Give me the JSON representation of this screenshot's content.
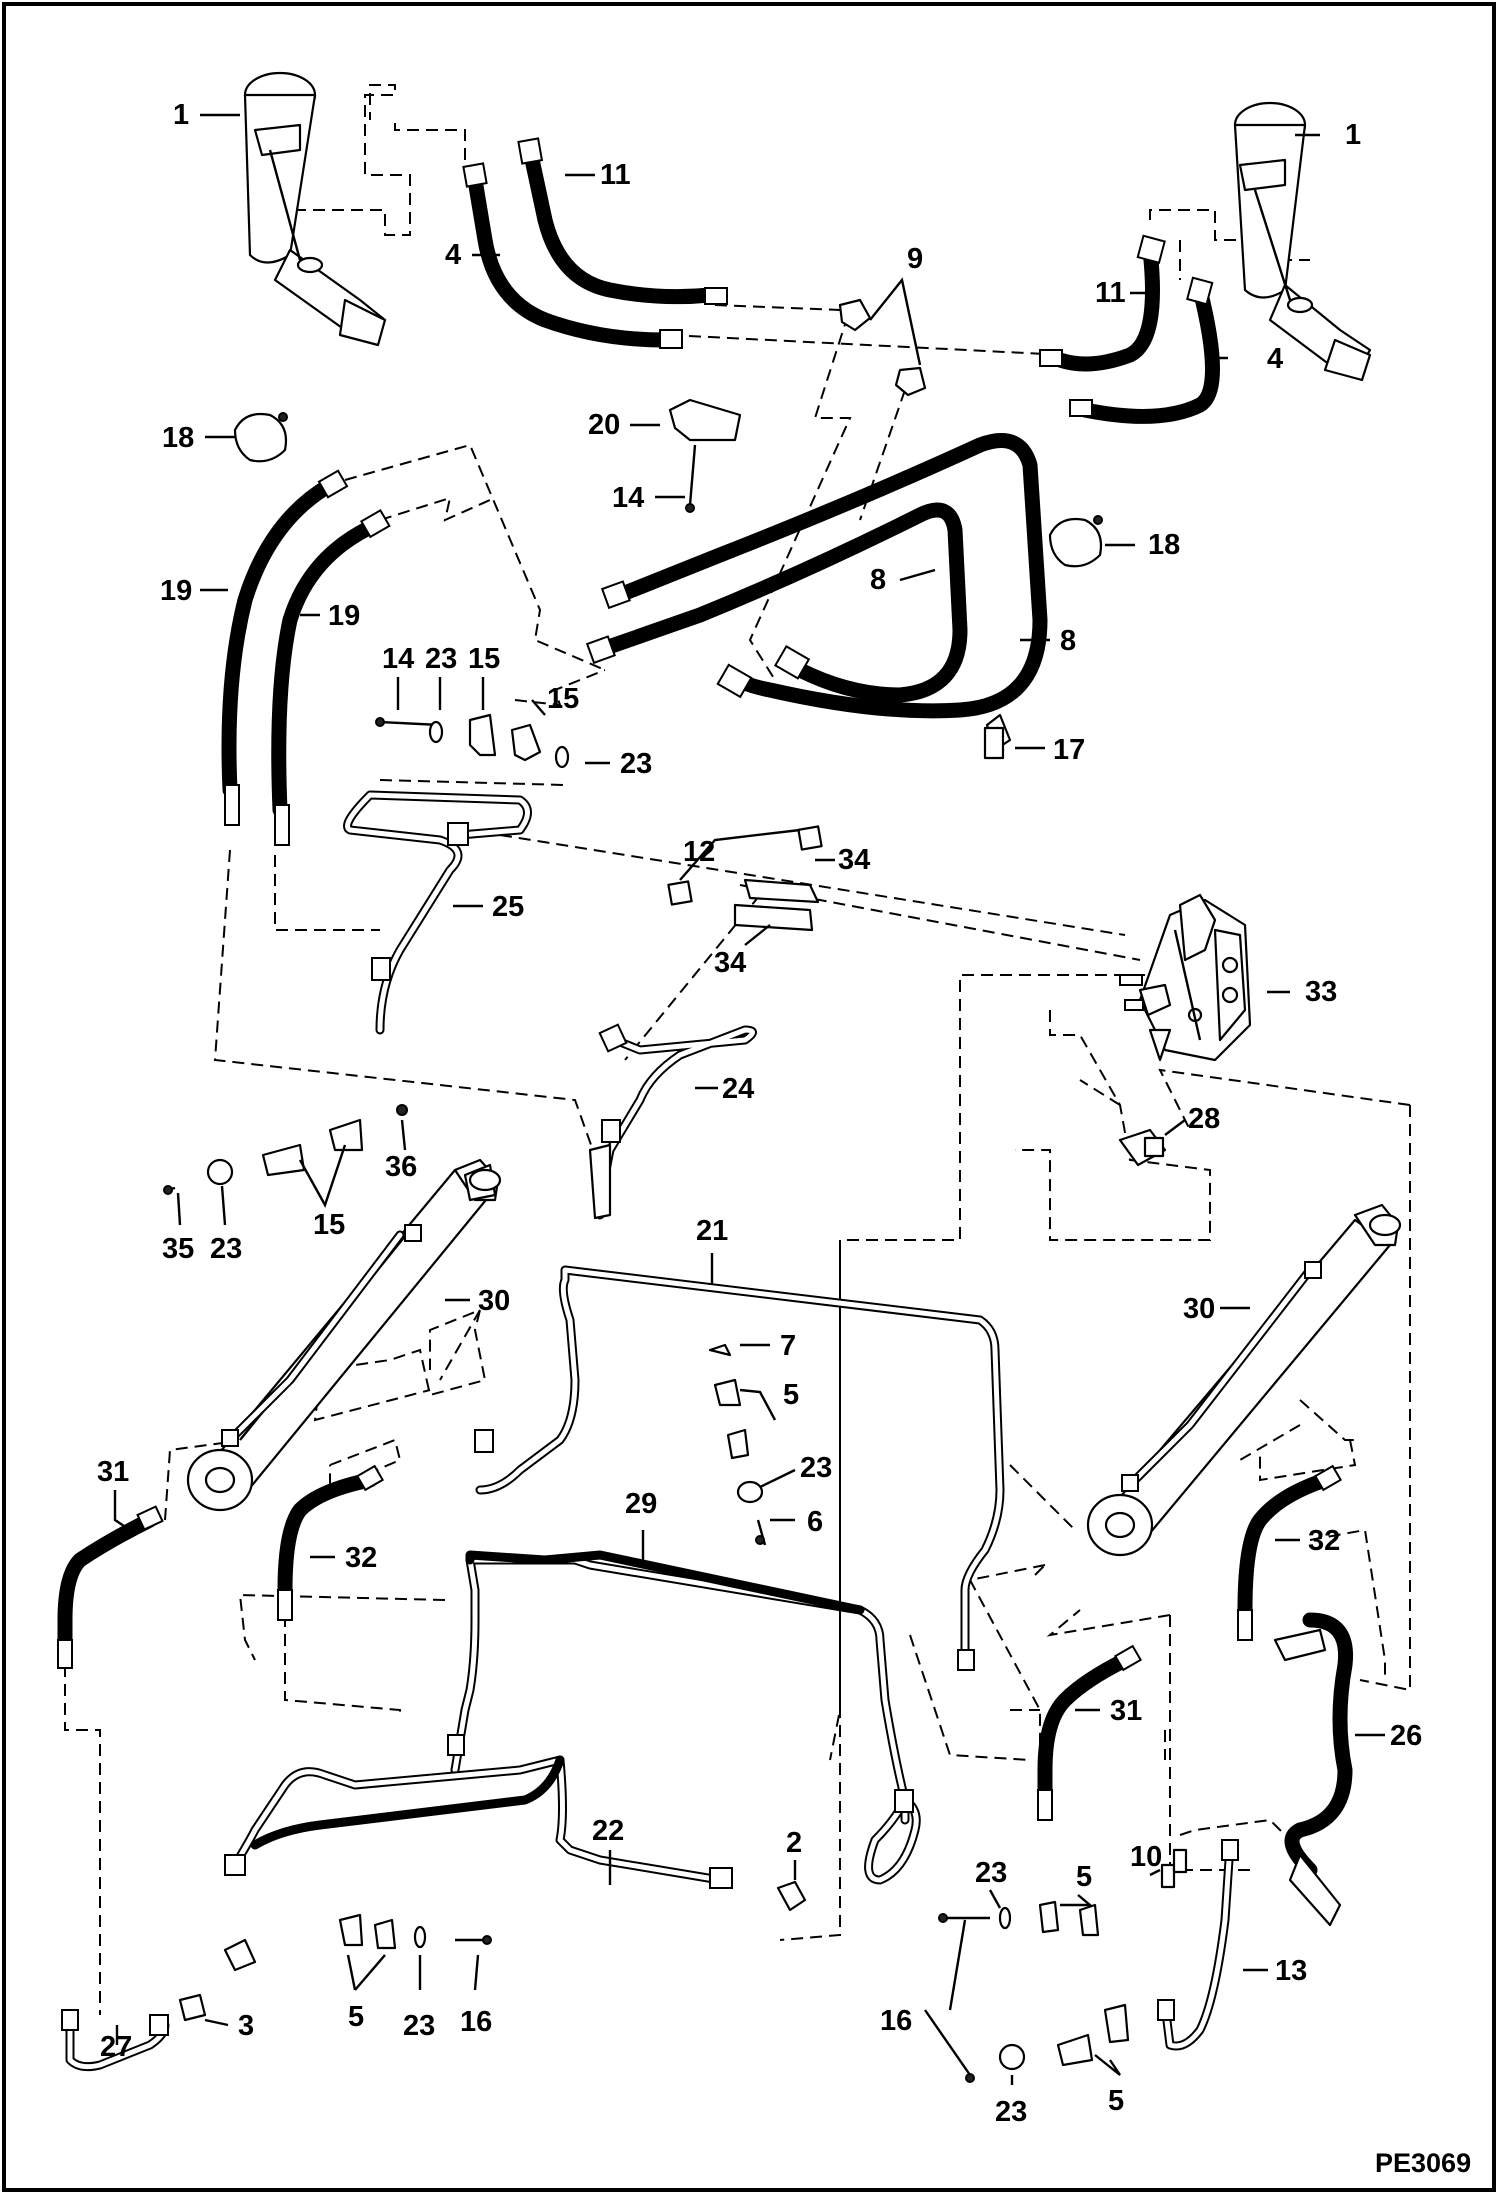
{
  "figure": {
    "ref": "PE3069"
  },
  "callouts": [
    {
      "id": "c1a",
      "label": "1"
    },
    {
      "id": "c1b",
      "label": "1"
    },
    {
      "id": "c11a",
      "label": "11"
    },
    {
      "id": "c4a",
      "label": "4"
    },
    {
      "id": "c9",
      "label": "9"
    },
    {
      "id": "c11b",
      "label": "11"
    },
    {
      "id": "c4b",
      "label": "4"
    },
    {
      "id": "c18a",
      "label": "18"
    },
    {
      "id": "c20",
      "label": "20"
    },
    {
      "id": "c14a",
      "label": "14"
    },
    {
      "id": "c18b",
      "label": "18"
    },
    {
      "id": "c19a",
      "label": "19"
    },
    {
      "id": "c19b",
      "label": "19"
    },
    {
      "id": "c8a",
      "label": "8"
    },
    {
      "id": "c8b",
      "label": "8"
    },
    {
      "id": "c14b",
      "label": "14"
    },
    {
      "id": "c23a",
      "label": "23"
    },
    {
      "id": "c15a",
      "label": "15"
    },
    {
      "id": "c15b",
      "label": "15"
    },
    {
      "id": "c23b",
      "label": "23"
    },
    {
      "id": "c17",
      "label": "17"
    },
    {
      "id": "c12",
      "label": "12"
    },
    {
      "id": "c34a",
      "label": "34"
    },
    {
      "id": "c25",
      "label": "25"
    },
    {
      "id": "c34b",
      "label": "34"
    },
    {
      "id": "c33",
      "label": "33"
    },
    {
      "id": "c24",
      "label": "24"
    },
    {
      "id": "c28",
      "label": "28"
    },
    {
      "id": "c36",
      "label": "36"
    },
    {
      "id": "c35",
      "label": "35"
    },
    {
      "id": "c23c",
      "label": "23"
    },
    {
      "id": "c15c",
      "label": "15"
    },
    {
      "id": "c21",
      "label": "21"
    },
    {
      "id": "c30a",
      "label": "30"
    },
    {
      "id": "c30b",
      "label": "30"
    },
    {
      "id": "c7",
      "label": "7"
    },
    {
      "id": "c5a",
      "label": "5"
    },
    {
      "id": "c23d",
      "label": "23"
    },
    {
      "id": "c6",
      "label": "6"
    },
    {
      "id": "c31a",
      "label": "31"
    },
    {
      "id": "c29",
      "label": "29"
    },
    {
      "id": "c32a",
      "label": "32"
    },
    {
      "id": "c32b",
      "label": "32"
    },
    {
      "id": "c26",
      "label": "26"
    },
    {
      "id": "c31b",
      "label": "31"
    },
    {
      "id": "c22",
      "label": "22"
    },
    {
      "id": "c2",
      "label": "2"
    },
    {
      "id": "c10",
      "label": "10"
    },
    {
      "id": "c23e",
      "label": "23"
    },
    {
      "id": "c5b",
      "label": "5"
    },
    {
      "id": "c13",
      "label": "13"
    },
    {
      "id": "c16a",
      "label": "16"
    },
    {
      "id": "c27",
      "label": "27"
    },
    {
      "id": "c3",
      "label": "3"
    },
    {
      "id": "c5c",
      "label": "5"
    },
    {
      "id": "c23f",
      "label": "23"
    },
    {
      "id": "c16b",
      "label": "16"
    },
    {
      "id": "c23g",
      "label": "23"
    },
    {
      "id": "c5d",
      "label": "5"
    }
  ]
}
